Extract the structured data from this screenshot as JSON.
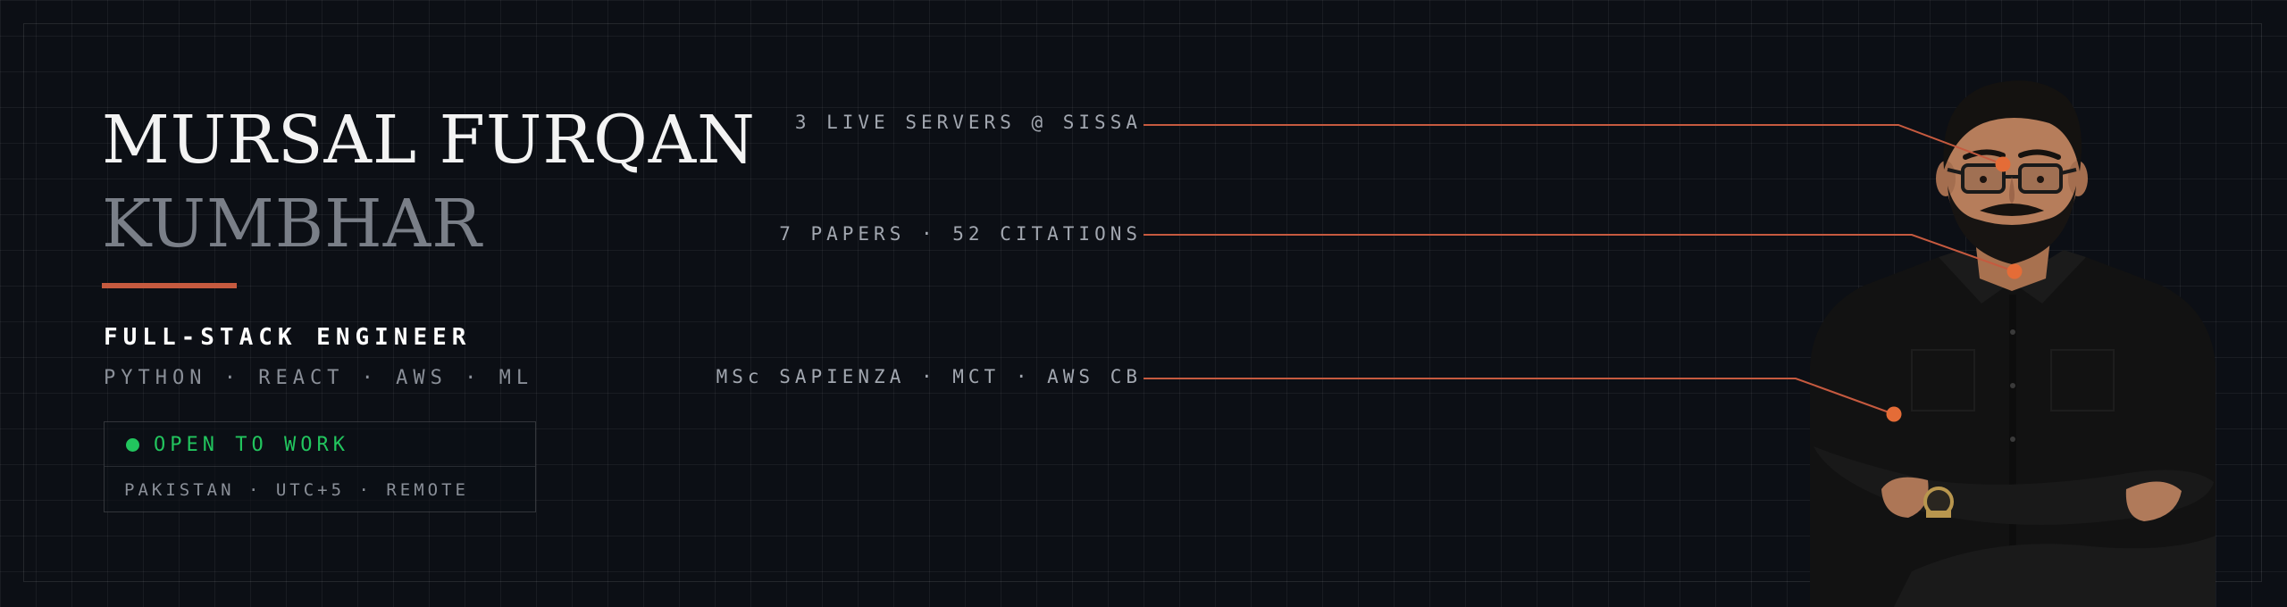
{
  "profile": {
    "first_name_line": "MURSAL FURQAN",
    "last_name_line": "KUMBHAR",
    "role": "FULL-STACK ENGINEER",
    "skills": "PYTHON · REACT · AWS · ML"
  },
  "status": {
    "label": "OPEN TO WORK",
    "location": "PAKISTAN · UTC+5 · REMOTE"
  },
  "callouts": [
    {
      "label": "3 LIVE SERVERS @ SISSA"
    },
    {
      "label": "7 PAPERS · 52 CITATIONS"
    },
    {
      "label": "MSc SAPIENZA · MCT · AWS CB"
    }
  ],
  "colors": {
    "background": "#0c0f15",
    "accent": "#c65a3f",
    "callout_dot": "#e46c37",
    "open_to_work": "#22c55e",
    "name_primary": "#f3f3f3",
    "name_secondary": "#7a7f88"
  },
  "icons": {
    "status_indicator": "status-dot-icon"
  }
}
